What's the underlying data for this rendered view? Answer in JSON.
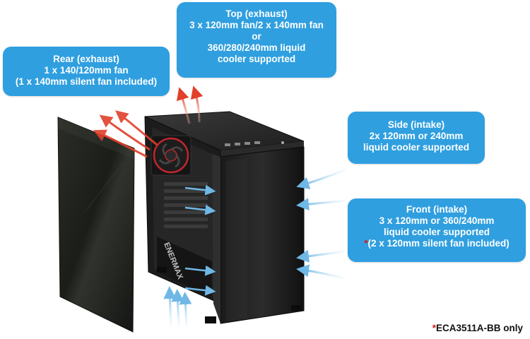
{
  "callouts": {
    "top": {
      "lines": [
        "Top (exhaust)",
        "3 x 120mm fan/2 x 140mm fan",
        "or",
        "360/280/240mm liquid",
        "cooler supported"
      ]
    },
    "rear": {
      "lines": [
        "Rear (exhaust)",
        "1 x 140/120mm fan",
        "(1 x 140mm silent fan included)"
      ]
    },
    "side": {
      "lines": [
        "Side (intake)",
        "2x 120mm or 240mm",
        "liquid cooler supported"
      ]
    },
    "front": {
      "lines": [
        "Front (intake)",
        "3 x 120mm or 360/240mm",
        "liquid cooler supported"
      ],
      "note_mark": "*",
      "note": "(2 x 120mm silent fan included)"
    }
  },
  "footnote": {
    "mark": "*",
    "text": "ECA3511A-BB only"
  },
  "brand": "ENERMAX",
  "colors": {
    "callout": "#2f9fe0",
    "exhaust": "#e0402a",
    "intake": "#8cc8ec",
    "star": "#e01818"
  }
}
